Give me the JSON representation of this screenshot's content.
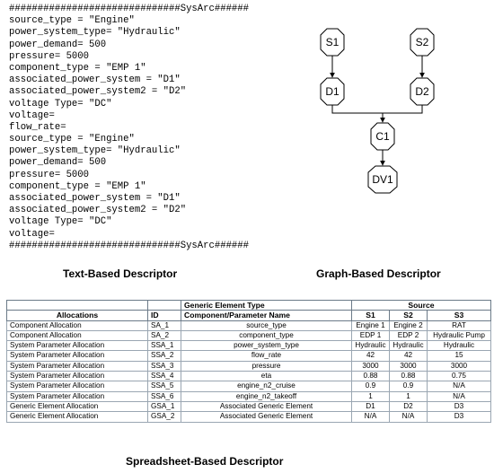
{
  "text_descriptor": {
    "lines": [
      "##############################SysArc######",
      "source_type = \"Engine\"",
      "power_system_type= \"Hydraulic\"",
      "power_demand= 500",
      "pressure= 5000",
      "component_type = \"EMP 1\"",
      "associated_power_system = \"D1\"",
      "associated_power_system2 = \"D2\"",
      "voltage Type= \"DC\"",
      "voltage=",
      "flow_rate=",
      "source_type = \"Engine\"",
      "power_system_type= \"Hydraulic\"",
      "power_demand= 500",
      "pressure= 5000",
      "component_type = \"EMP 1\"",
      "associated_power_system = \"D1\"",
      "associated_power_system2 = \"D2\"",
      "voltage Type= \"DC\"",
      "voltage=",
      "##############################SysArc######"
    ],
    "caption": "Text-Based Descriptor"
  },
  "graph_descriptor": {
    "caption": "Graph-Based Descriptor",
    "nodes": {
      "s1": "S1",
      "s2": "S2",
      "d1": "D1",
      "d2": "D2",
      "c1": "C1",
      "dv1": "DV1"
    }
  },
  "spreadsheet_descriptor": {
    "caption": "Spreadsheet-Based Descriptor",
    "header": {
      "generic_element_type": "Generic Element Type",
      "source": "Source",
      "allocations": "Allocations",
      "id": "ID",
      "component_parameter_name": "Component/Parameter Name",
      "s1": "S1",
      "s2": "S2",
      "s3": "S3"
    },
    "rows": [
      {
        "allocation": "Component Allocation",
        "id": "SA_1",
        "name": "source_type",
        "s1": "Engine 1",
        "s2": "Engine 2",
        "s3": "RAT"
      },
      {
        "allocation": "Component Allocation",
        "id": "SA_2",
        "name": "component_type",
        "s1": "EDP 1",
        "s2": "EDP 2",
        "s3": "Hydraulic Pump"
      },
      {
        "allocation": "System Parameter Allocation",
        "id": "SSA_1",
        "name": "power_system_type",
        "s1": "Hydraulic",
        "s2": "Hydraulic",
        "s3": "Hydraulic"
      },
      {
        "allocation": "System Parameter Allocation",
        "id": "SSA_2",
        "name": "flow_rate",
        "s1": "42",
        "s2": "42",
        "s3": "15"
      },
      {
        "allocation": "System Parameter Allocation",
        "id": "SSA_3",
        "name": "pressure",
        "s1": "3000",
        "s2": "3000",
        "s3": "3000"
      },
      {
        "allocation": "System Parameter Allocation",
        "id": "SSA_4",
        "name": "eta",
        "s1": "0.88",
        "s2": "0.88",
        "s3": "0.75"
      },
      {
        "allocation": "System Parameter Allocation",
        "id": "SSA_5",
        "name": "engine_n2_cruise",
        "s1": "0.9",
        "s2": "0.9",
        "s3": "N/A"
      },
      {
        "allocation": "System Parameter Allocation",
        "id": "SSA_6",
        "name": "engine_n2_takeoff",
        "s1": "1",
        "s2": "1",
        "s3": "N/A"
      },
      {
        "allocation": "Generic Element Allocation",
        "id": "GSA_1",
        "name": "Associated Generic Element",
        "s1": "D1",
        "s2": "D2",
        "s3": "D3"
      },
      {
        "allocation": "Generic Element Allocation",
        "id": "GSA_2",
        "name": "Associated Generic Element",
        "s1": "N/A",
        "s2": "N/A",
        "s3": "D3"
      }
    ]
  }
}
